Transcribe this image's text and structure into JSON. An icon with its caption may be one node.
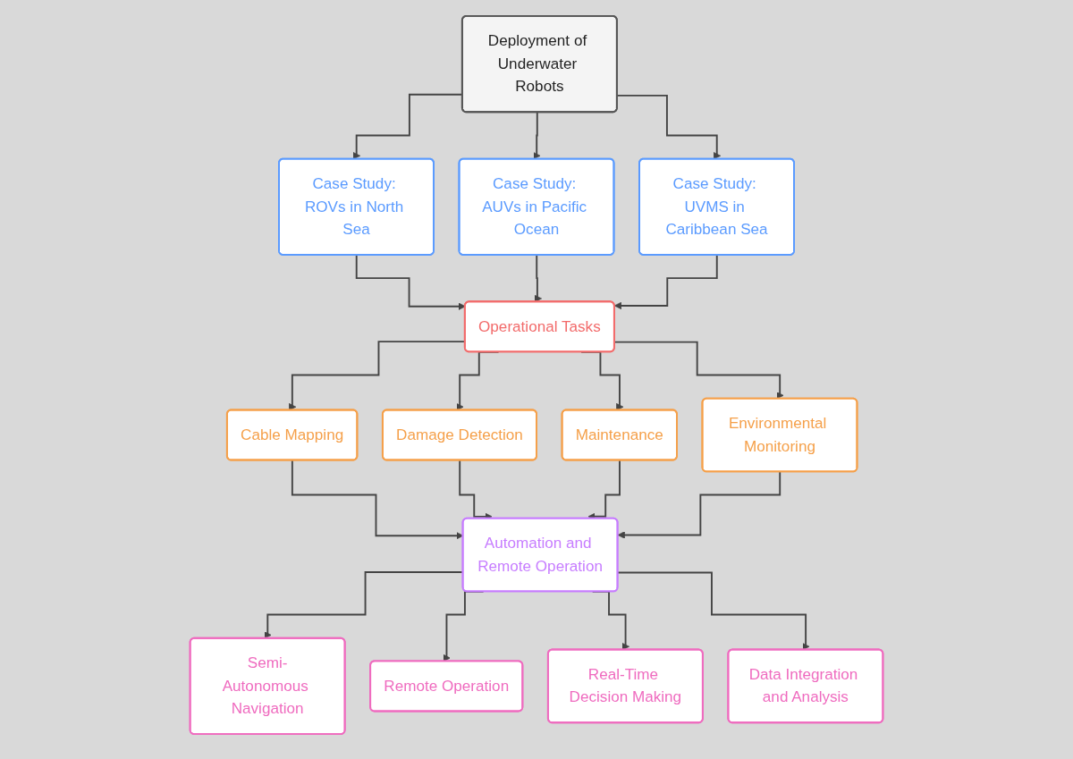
{
  "diagram": {
    "nodes": [
      {
        "text": [
          "Deployment of Underwater Robots"
        ]
      },
      {
        "text": [
          "Case Study: ROVs in North Sea"
        ]
      },
      {
        "text": [
          "Case Study: AUVs in Pacific Ocean"
        ]
      },
      {
        "text": [
          "Case Study: UVMS in Caribbean Sea"
        ]
      },
      {
        "text": [
          "Operational Tasks"
        ]
      },
      {
        "text": [
          "Cable Mapping"
        ]
      },
      {
        "text": [
          "Damage Detection"
        ]
      },
      {
        "text": [
          "Maintenance"
        ]
      },
      {
        "text": [
          "Environmental Monitoring"
        ]
      },
      {
        "text": [
          "Automation and Remote Operation"
        ]
      },
      {
        "text": [
          "Semi-Autonomous Navigation"
        ]
      },
      {
        "text": [
          "Remote Operation"
        ]
      },
      {
        "text": [
          "Real-Time Decision Making"
        ]
      },
      {
        "text": [
          "Data Integration and Analysis"
        ]
      }
    ],
    "edges": [
      {
        "from": 0,
        "to": 1,
        "arrow": "to"
      },
      {
        "from": 0,
        "to": 2,
        "arrow": "to"
      },
      {
        "from": 0,
        "to": 3,
        "arrow": "to"
      },
      {
        "from": 1,
        "to": 4,
        "arrow": "to"
      },
      {
        "from": 2,
        "to": 4,
        "arrow": "to"
      },
      {
        "from": 3,
        "to": 4,
        "arrow": "to"
      },
      {
        "from": 4,
        "to": 5,
        "arrow": "to"
      },
      {
        "from": 4,
        "to": 6,
        "arrow": "to"
      },
      {
        "from": 4,
        "to": 7,
        "arrow": "to"
      },
      {
        "from": 4,
        "to": 8,
        "arrow": "to"
      },
      {
        "from": 5,
        "to": 9,
        "arrow": "to"
      },
      {
        "from": 6,
        "to": 9,
        "arrow": "to"
      },
      {
        "from": 7,
        "to": 9,
        "arrow": "to"
      },
      {
        "from": 8,
        "to": 9,
        "arrow": "to"
      },
      {
        "from": 9,
        "to": 10,
        "arrow": "to"
      },
      {
        "from": 9,
        "to": 11,
        "arrow": "to"
      },
      {
        "from": 9,
        "to": 12,
        "arrow": "to"
      },
      {
        "from": 9,
        "to": 13,
        "arrow": "to"
      }
    ]
  }
}
